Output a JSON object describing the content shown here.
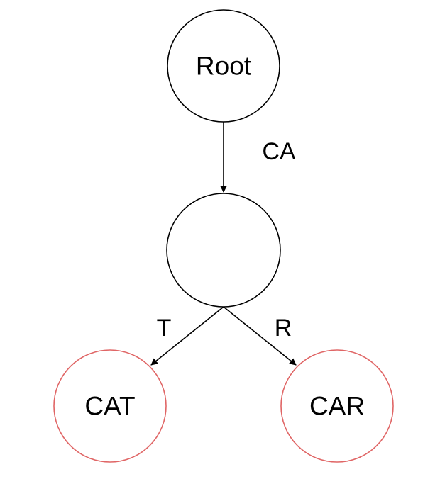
{
  "diagram": {
    "type": "trie",
    "nodes": {
      "root": {
        "label": "Root",
        "terminal": false
      },
      "ca": {
        "label": "",
        "terminal": false
      },
      "cat": {
        "label": "CAT",
        "terminal": true
      },
      "car": {
        "label": "CAR",
        "terminal": true
      }
    },
    "edges": {
      "root_to_ca": {
        "from": "root",
        "to": "ca",
        "label": "CA"
      },
      "ca_to_cat": {
        "from": "ca",
        "to": "cat",
        "label": "T"
      },
      "ca_to_car": {
        "from": "ca",
        "to": "car",
        "label": "R"
      }
    },
    "colors": {
      "node_stroke": "#000000",
      "terminal_stroke": "#e06666",
      "edge": "#000000",
      "text": "#000000"
    }
  }
}
